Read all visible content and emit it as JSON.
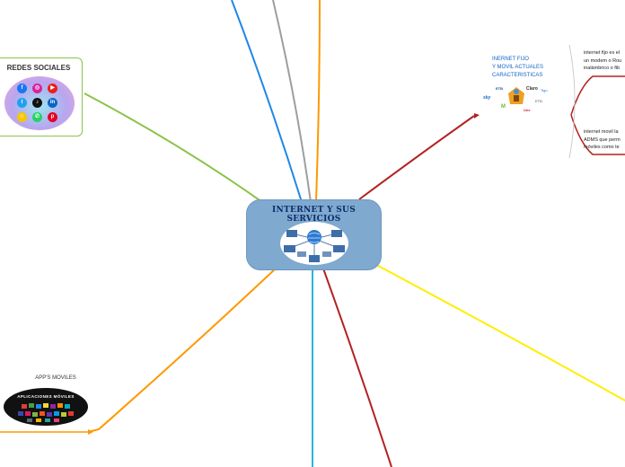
{
  "central": {
    "title": "INTERNET Y SUS SERVICIOS",
    "image_icon": "network-globe-computers-illustration",
    "color": "#7fa9cf"
  },
  "branches": {
    "redes_sociales": {
      "title": "REDES SOCIALES",
      "color": "#8bc34a",
      "icons": [
        "facebook-icon",
        "instagram-icon",
        "youtube-icon",
        "twitter-icon",
        "tiktok-icon",
        "linkedin-icon",
        "snapchat-icon",
        "whatsapp-icon",
        "pinterest-icon"
      ]
    },
    "internet_fijo": {
      "title_line1": "INERNET FIJO",
      "title_line2": "Y MOVIL ACTUALES",
      "title_line3": "CARACTERISTICAS",
      "color": "#b22222",
      "logos": [
        "ETB",
        "Claro",
        "Tigo",
        "sky",
        "movistar",
        "ETB",
        "Une"
      ],
      "notes": [
        {
          "lines": [
            "internet fijo es el",
            "un modem o Rou",
            "inalámbrico o fib"
          ]
        },
        {
          "lines": [
            "internet movil la",
            "ADMS que perm",
            "móviles  como te"
          ]
        }
      ]
    },
    "apps_moviles": {
      "title": "APP'S  MOVILES",
      "image_label": "APLICACIONES MÓVILES",
      "color": "#ff9800"
    }
  },
  "line_colors": {
    "blue": "#1e88e5",
    "gray": "#9e9e9e",
    "orange": "#ff9800",
    "green": "#8bc34a",
    "darkred": "#b22222",
    "yellow": "#ffee00",
    "cyan": "#29b6d6"
  }
}
